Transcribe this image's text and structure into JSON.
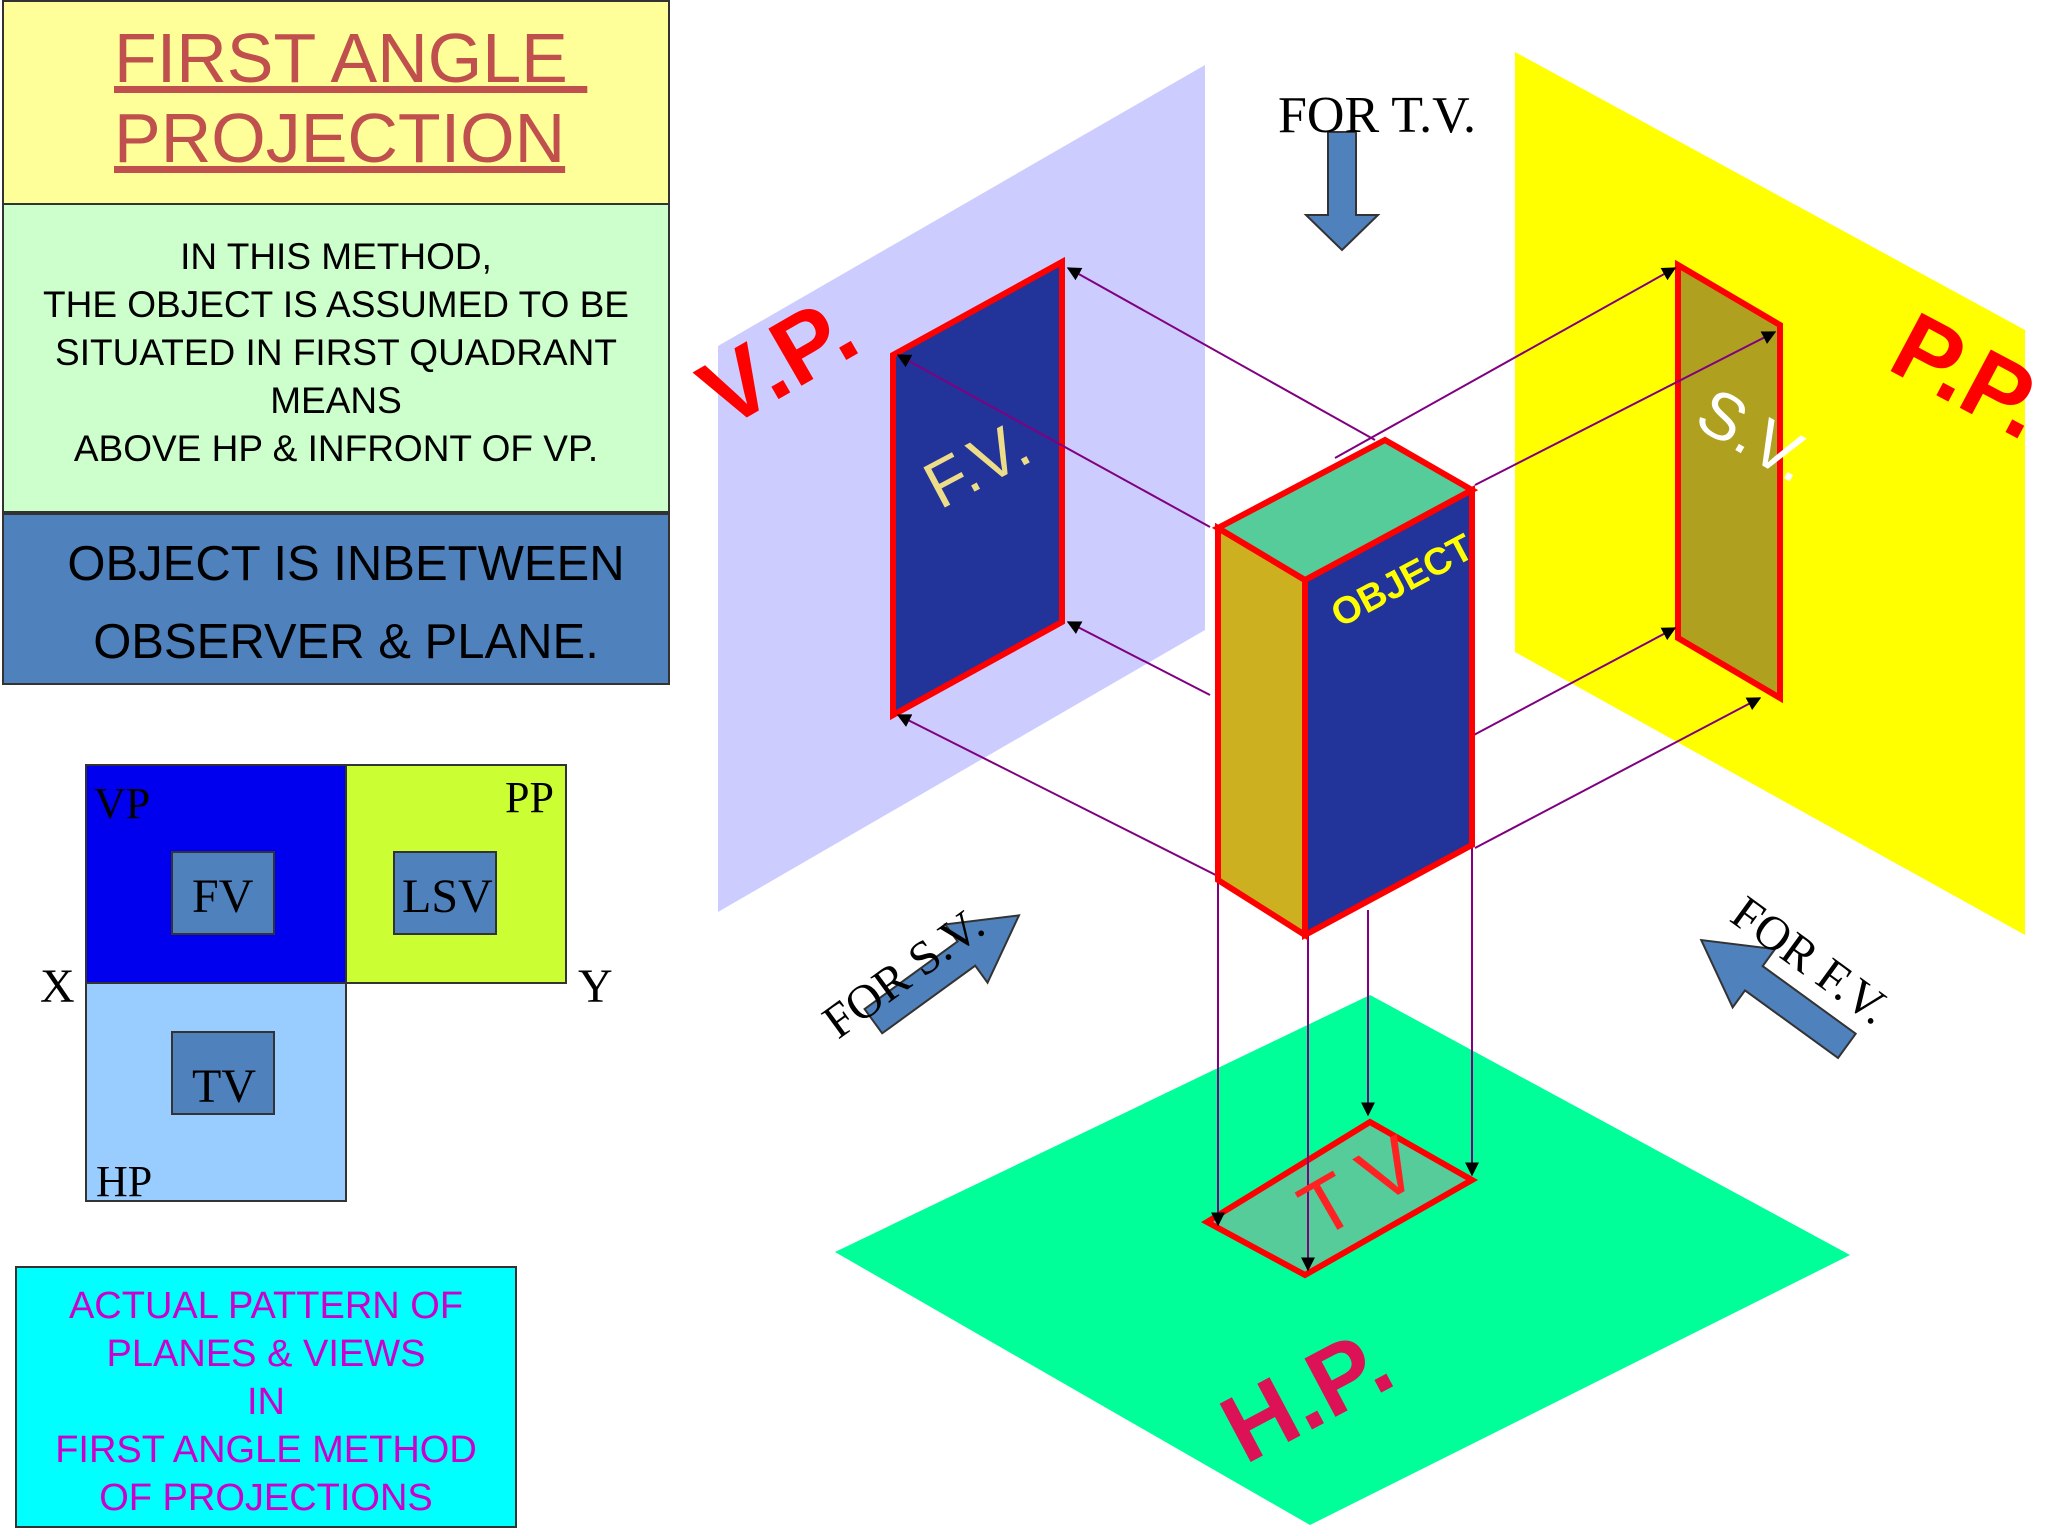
{
  "title": {
    "line1": "FIRST ANGLE ",
    "line2": "PROJECTION"
  },
  "method_text": [
    "IN THIS METHOD,",
    "THE OBJECT IS ASSUMED TO BE",
    "SITUATED IN FIRST QUADRANT",
    "MEANS",
    "ABOVE HP & INFRONT OF VP."
  ],
  "object_note": [
    "OBJECT IS INBETWEEN",
    "OBSERVER & PLANE."
  ],
  "layout_diagram": {
    "vp": "VP",
    "pp": "PP",
    "hp": "HP",
    "fv": "FV",
    "lsv": "LSV",
    "tv": "TV",
    "x": "X",
    "y": "Y",
    "colors": {
      "vp": "#0000ee",
      "pp": "#ccff33",
      "hp": "#99ccff",
      "view": "#4f81bd"
    }
  },
  "pattern_text": [
    "ACTUAL PATTERN OF",
    "PLANES & VIEWS",
    "IN",
    "FIRST ANGLE METHOD",
    "OF PROJECTIONS"
  ],
  "pictorial": {
    "vp_label": "V.P.",
    "pp_label": "P.P.",
    "hp_label": "H.P.",
    "fv_label": "F.V.",
    "sv_label": "S.V.",
    "tv_label": "T V",
    "object_label": "OBJECT",
    "for_tv": "FOR T.V.",
    "for_sv": "FOR S.V.",
    "for_fv": "FOR F.V.",
    "colors": {
      "vp_plane": "#ccccff",
      "pp_plane": "#ffff00",
      "hp_plane": "#00ff99",
      "view_dark": "#223399",
      "edge_red": "#ff0000",
      "object_top": "#55cc99",
      "object_side": "#ccb020",
      "projector": "#800080",
      "arrow_blue": "#4f81bd"
    }
  }
}
